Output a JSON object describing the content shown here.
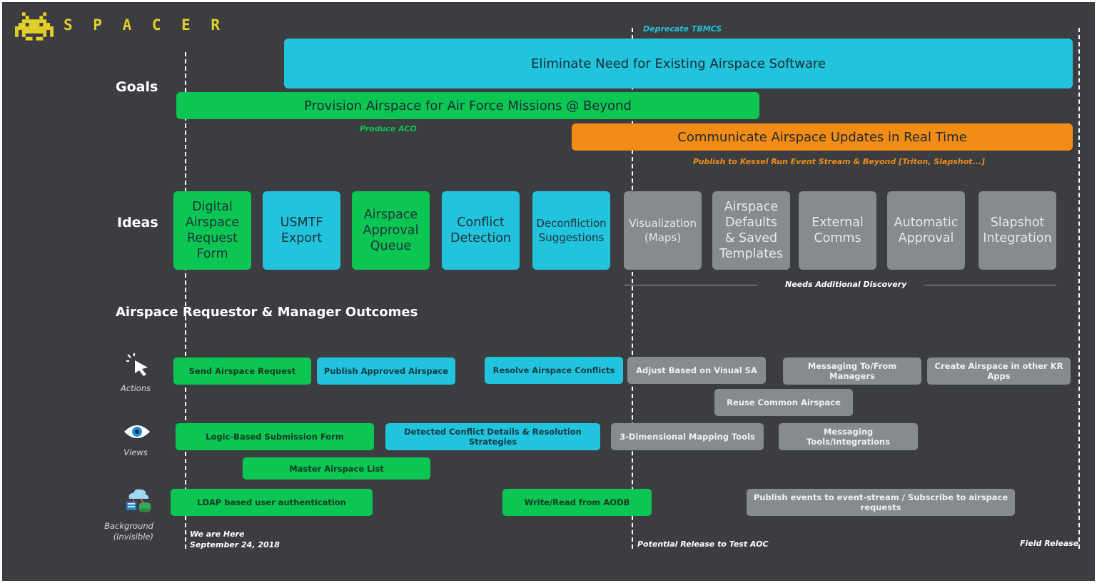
{
  "logo": {
    "text": "S P A C E R"
  },
  "rows": {
    "goals": "Goals",
    "ideas": "Ideas",
    "outcomes": "Airspace Requestor & Manager Outcomes",
    "actions": "Actions",
    "views": "Views",
    "background": "Background\n(Invisible)"
  },
  "goals": {
    "eliminate": "Eliminate Need for Existing Airspace Software",
    "provision": "Provision Airspace for Air Force Missions @ Beyond",
    "communicate": "Communicate Airspace Updates in Real Time"
  },
  "notes": {
    "deprecate": "Deprecate TBMCS",
    "produce_aco": "Produce ACO",
    "publish_kessel": "Publish to Kessel Run Event Stream & Beyond [Triton, Slapshot...]",
    "needs_discovery": "Needs Additional Discovery",
    "we_are_here": "We are Here\nSeptember 24, 2018",
    "potential_release": "Potential Release to Test AOC",
    "field_release": "Field Release"
  },
  "ideas": [
    "Digital\nAirspace\nRequest\nForm",
    "USMTF\nExport",
    "Airspace\nApproval\nQueue",
    "Conflict\nDetection",
    "Deconfliction\nSuggestions",
    "Visualization\n(Maps)",
    "Airspace\nDefaults\n& Saved\nTemplates",
    "External\nComms",
    "Automatic\nApproval",
    "Slapshot\nIntegration"
  ],
  "actions": {
    "send": "Send Airspace Request",
    "publish": "Publish Approved Airspace",
    "resolve": "Resolve Airspace Conflicts",
    "adjust": "Adjust Based on Visual SA",
    "messaging": "Messaging To/From Managers",
    "create": "Create Airspace in other KR Apps",
    "reuse": "Reuse Common Airspace"
  },
  "views": {
    "logic": "Logic-Based Submission Form",
    "detected": "Detected Conflict Details & Resolution Strategies",
    "mapping": "3-Dimensional Mapping Tools",
    "messaging_tools": "Messaging Tools/Integrations",
    "master": "Master Airspace List"
  },
  "background": {
    "ldap": "LDAP based user authentication",
    "aodb": "Write/Read from AODB",
    "events": "Publish events to event-stream / Subscribe to airspace requests"
  },
  "colors": {
    "board": "#3b3d40",
    "green": "#0bc653",
    "cyan": "#22c3dc",
    "orange": "#f28c14",
    "grey": "#878a8f",
    "logo": "#e4cf2a"
  },
  "icons": {
    "logo": "space-invader-icon",
    "actions": "cursor-icon",
    "views": "eye-icon",
    "background": "cloud-server-icon"
  }
}
